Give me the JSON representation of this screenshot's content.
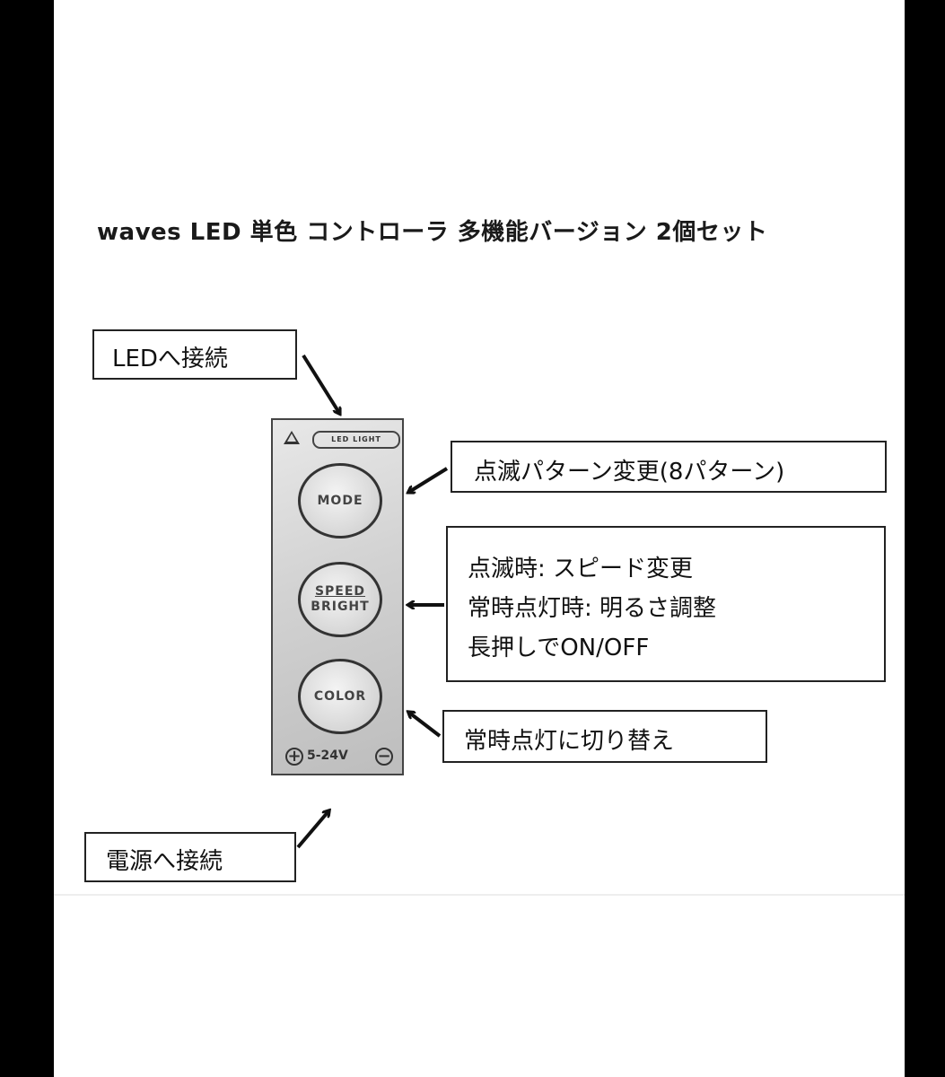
{
  "title": "waves LED 単色 コントローラ 多機能バージョン 2個セット",
  "labels": {
    "led_connect": "LEDへ接続",
    "mode_desc": "点滅パターン変更(8パターン)",
    "speed_desc_1": "点滅時: スピード変更",
    "speed_desc_2": "常時点灯時: 明るさ調整",
    "speed_desc_3": "長押しでON/OFF",
    "color_desc": "常時点灯に切り替え",
    "power_connect": "電源へ接続"
  },
  "device": {
    "logo": "LED LIGHT",
    "mode_button": "MODE",
    "speed_button_1": "SPEED",
    "speed_button_2": "BRIGHT",
    "color_button": "COLOR",
    "voltage": "5-24V",
    "plus_symbol": "+",
    "minus_symbol": "−"
  },
  "icons": [
    "warning-triangle-icon",
    "plus-icon",
    "minus-icon",
    "arrow-icon"
  ],
  "colors": {
    "background": "#000000",
    "canvas": "#ffffff",
    "text": "#111111",
    "device": "#d2d2d2"
  }
}
